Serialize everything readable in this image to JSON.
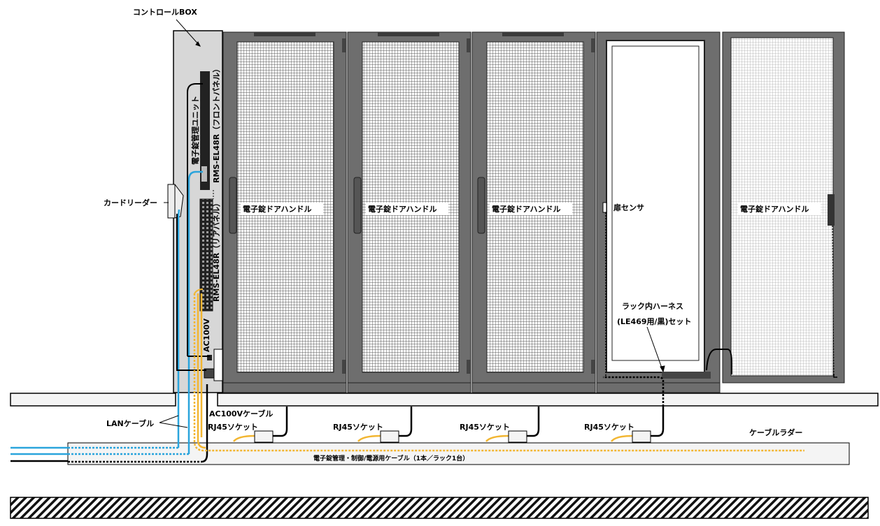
{
  "labels": {
    "control_box": "コントロールBOX",
    "card_reader": "カードリーダー",
    "lock_unit": "電子錠管理ユニット",
    "front_panel": "RMS-EL48R（フロントパネル）",
    "rear_panel": "RMS-EL48R（リアパネル）",
    "ac100v": "AC100V",
    "door_handle_1": "電子錠ドアハンドル",
    "door_handle_2": "電子錠ドアハンドル",
    "door_handle_3": "電子錠ドアハンドル",
    "door_sensor": "扉センサ",
    "door_handle_4": "電子錠ドアハンドル",
    "harness_line1": "ラック内ハーネス",
    "harness_line2": "(LE469用/黒)セット",
    "lan_cable": "LANケーブル",
    "ac_cable": "AC100Vケーブル",
    "rj45_1": "RJ45ソケット",
    "rj45_2": "RJ45ソケット",
    "rj45_3": "RJ45ソケット",
    "rj45_4": "RJ45ソケット",
    "cable_ladder": "ケーブルラダー",
    "cable_note": "電子錠管理・制御/電源用ケーブル（1本／ラック1台）"
  },
  "colors": {
    "lan": "#2aa4dc",
    "power": "#f2b632",
    "rack_frame": "#6e6e6e",
    "rack_dark": "#3a3a3a",
    "box_fill": "#d7d7d7",
    "ladder_fill": "#f0f0f0"
  },
  "icons": [
    "arrow-icon"
  ]
}
